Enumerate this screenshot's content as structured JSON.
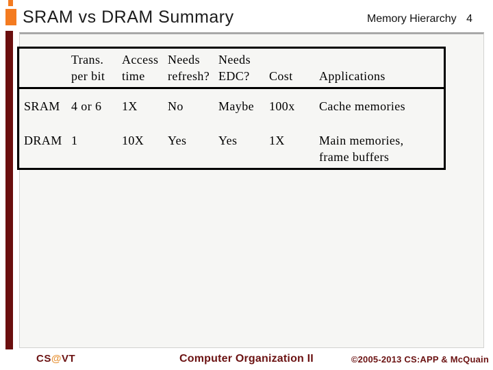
{
  "header": {
    "title": "SRAM vs DRAM Summary",
    "section": "Memory Hierarchy",
    "slide_number": "4"
  },
  "table": {
    "headers": {
      "trans": {
        "line1": "Trans.",
        "line2": "per bit"
      },
      "access": {
        "line1": "Access",
        "line2": "time"
      },
      "refresh": {
        "line1": "Needs",
        "line2": "refresh?"
      },
      "edc": {
        "line1": "Needs",
        "line2": "EDC?"
      },
      "cost": "Cost",
      "applications": "Applications"
    },
    "rows": [
      {
        "label": "SRAM",
        "trans": "4 or 6",
        "access": "1X",
        "refresh": "No",
        "edc": "Maybe",
        "cost": "100x",
        "apps": "Cache memories"
      },
      {
        "label": "DRAM",
        "trans": "1",
        "access": "10X",
        "refresh": "Yes",
        "edc": "Yes",
        "cost": "1X",
        "apps": "Main memories, frame buffers"
      }
    ]
  },
  "footer": {
    "brand_cs": "CS",
    "brand_at": "@",
    "brand_vt": "VT",
    "center": "Computer Organization II",
    "copyright": "©2005-2013 CS:APP & McQuain"
  },
  "colors": {
    "accent_orange": "#f47b20",
    "accent_maroon": "#6b0f0f",
    "footer_text": "#6b1212",
    "at_orange": "#e8963c",
    "panel_bg": "#f6f6f4"
  }
}
